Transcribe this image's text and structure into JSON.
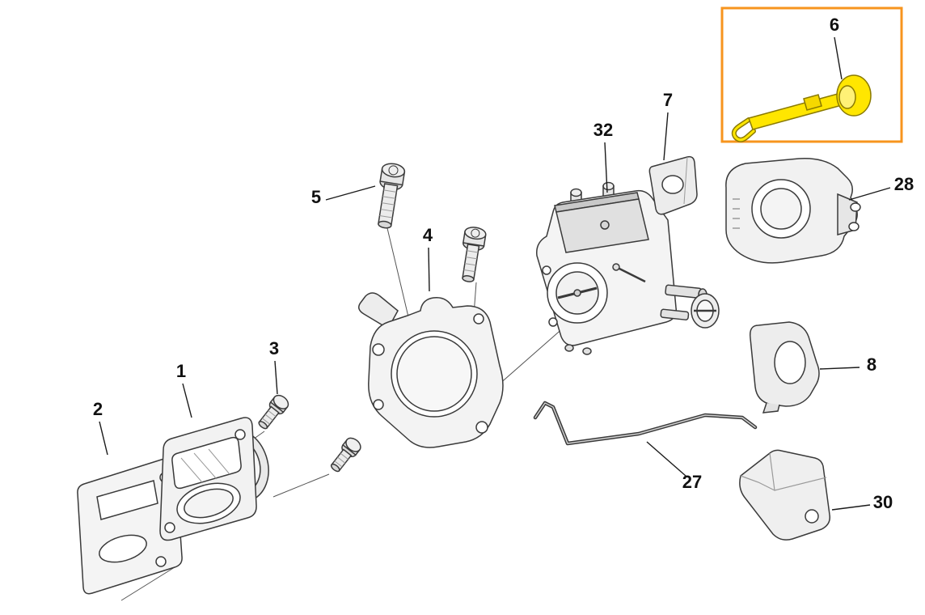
{
  "diagram": {
    "type": "exploded-parts-diagram",
    "background": "#ffffff",
    "line_color": "#3a3a3a",
    "part_fill": "#f2f2f2"
  },
  "highlight": {
    "selected_callout": "6",
    "box_color": "#f7941e",
    "selected_part_fill": "#ffe600",
    "selected_part_stroke": "#8a7a00"
  },
  "callouts": [
    {
      "label": "1"
    },
    {
      "label": "2"
    },
    {
      "label": "3"
    },
    {
      "label": "4"
    },
    {
      "label": "5"
    },
    {
      "label": "6"
    },
    {
      "label": "7"
    },
    {
      "label": "8"
    },
    {
      "label": "27"
    },
    {
      "label": "28"
    },
    {
      "label": "30"
    },
    {
      "label": "32"
    }
  ]
}
